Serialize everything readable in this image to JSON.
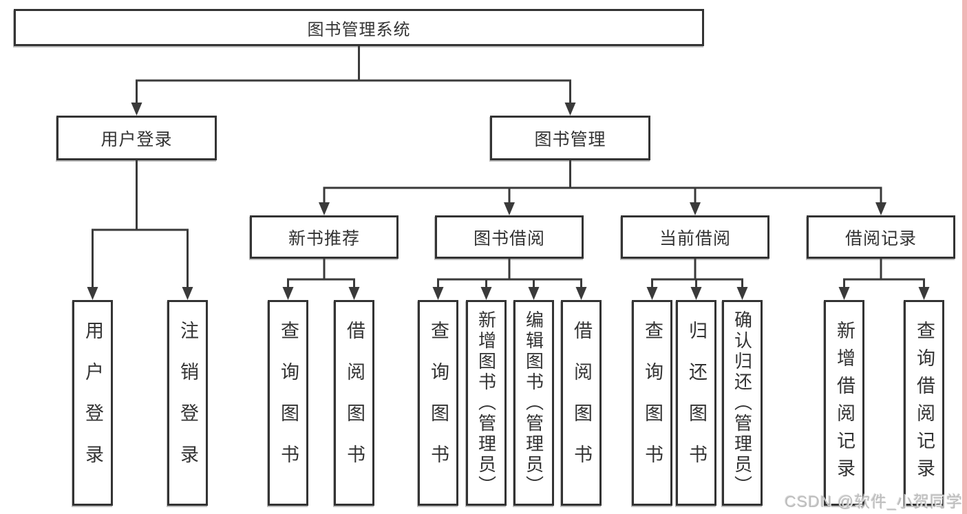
{
  "diagram": {
    "root": {
      "label": "图书管理系统"
    },
    "level2": [
      {
        "label": "用户登录"
      },
      {
        "label": "图书管理"
      }
    ],
    "level3": [
      {
        "label": "新书推荐"
      },
      {
        "label": "图书借阅"
      },
      {
        "label": "当前借阅"
      },
      {
        "label": "借阅记录"
      }
    ],
    "leaves": [
      {
        "label": "用户登录"
      },
      {
        "label": "注销登录"
      },
      {
        "label": "查询图书"
      },
      {
        "label": "借阅图书"
      },
      {
        "label": "查询图书"
      },
      {
        "label": "新增图书（管理员）"
      },
      {
        "label": "编辑图书（管理员）"
      },
      {
        "label": "借阅图书"
      },
      {
        "label": "查询图书"
      },
      {
        "label": "归还图书"
      },
      {
        "label": "确认归还（管理员）"
      },
      {
        "label": "新增借阅记录"
      },
      {
        "label": "查询借阅记录"
      }
    ]
  },
  "watermark": {
    "text": "CSDN @软件_小贺同学"
  },
  "colors": {
    "line": "#3a3a3a",
    "box_border": "#333333",
    "box_fill": "#ffffff",
    "text": "#333333",
    "watermark_text": "#bdbdbd",
    "right_edge_strip": "#f0b6b6"
  }
}
